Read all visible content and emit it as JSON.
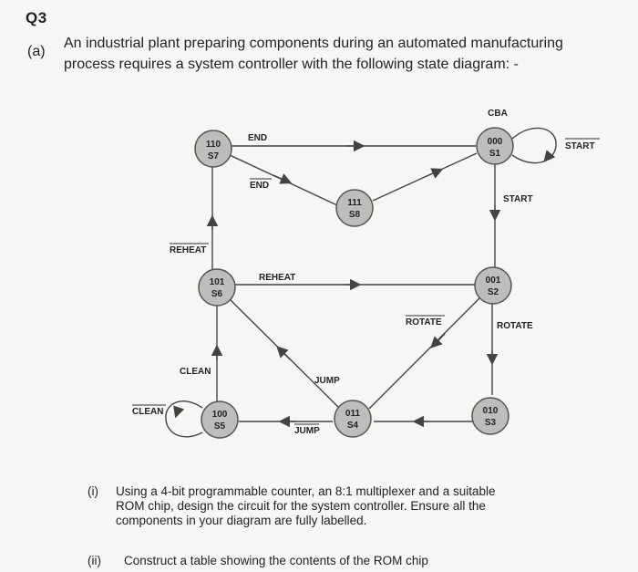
{
  "question_number": "Q3",
  "part_a": {
    "label": "(a)",
    "text_line1": "An industrial plant preparing components during an automated manufacturing",
    "text_line2": "process requires a system controller with the following state diagram: -"
  },
  "diagram": {
    "input_header": "CBA",
    "states": [
      {
        "code": "000",
        "name": "S1"
      },
      {
        "code": "001",
        "name": "S2"
      },
      {
        "code": "010",
        "name": "S3"
      },
      {
        "code": "011",
        "name": "S4"
      },
      {
        "code": "100",
        "name": "S5"
      },
      {
        "code": "101",
        "name": "S6"
      },
      {
        "code": "110",
        "name": "S7"
      },
      {
        "code": "111",
        "name": "S8"
      }
    ],
    "labels": {
      "start_loop": "START",
      "start_down": "START",
      "end_top": "END",
      "end_bar": "END",
      "reheat_bar": "REHEAT",
      "reheat": "REHEAT",
      "rotate_bar": "ROTATE",
      "rotate": "ROTATE",
      "clean": "CLEAN",
      "clean_bar": "CLEAN",
      "jump": "JUMP",
      "jump_bar": "JUMP"
    }
  },
  "sub_questions": [
    {
      "number": "(i)",
      "lines": [
        "Using a 4-bit programmable counter, an 8:1 multiplexer and a suitable",
        "ROM chip, design the circuit for the system controller. Ensure all the",
        "components in your diagram are fully labelled."
      ]
    },
    {
      "number": "(ii)",
      "lines": [
        "Construct a table showing the contents of the ROM chip"
      ]
    }
  ]
}
